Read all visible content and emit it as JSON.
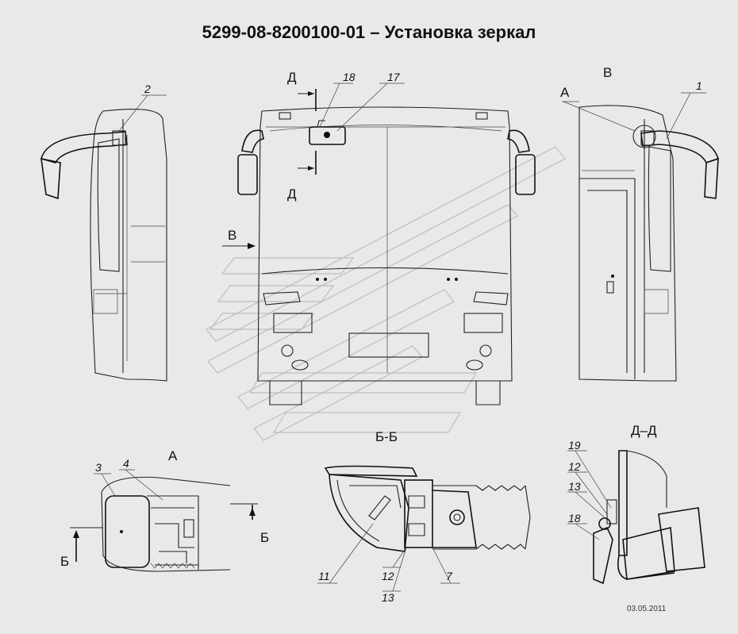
{
  "title": "5299-08-8200100-01 – Установка зеркал",
  "views": {
    "A": "А",
    "V": "В",
    "D": "Д",
    "B": "Б",
    "section_bb": "Б-Б",
    "section_dd": "Д–Д"
  },
  "callouts": {
    "p1": "1",
    "p2": "2",
    "p3": "3",
    "p4": "4",
    "p7": "7",
    "p11": "11",
    "p12": "12",
    "p13": "13",
    "p17": "17",
    "p18": "18",
    "p19": "19"
  },
  "date": "03.05.2011"
}
